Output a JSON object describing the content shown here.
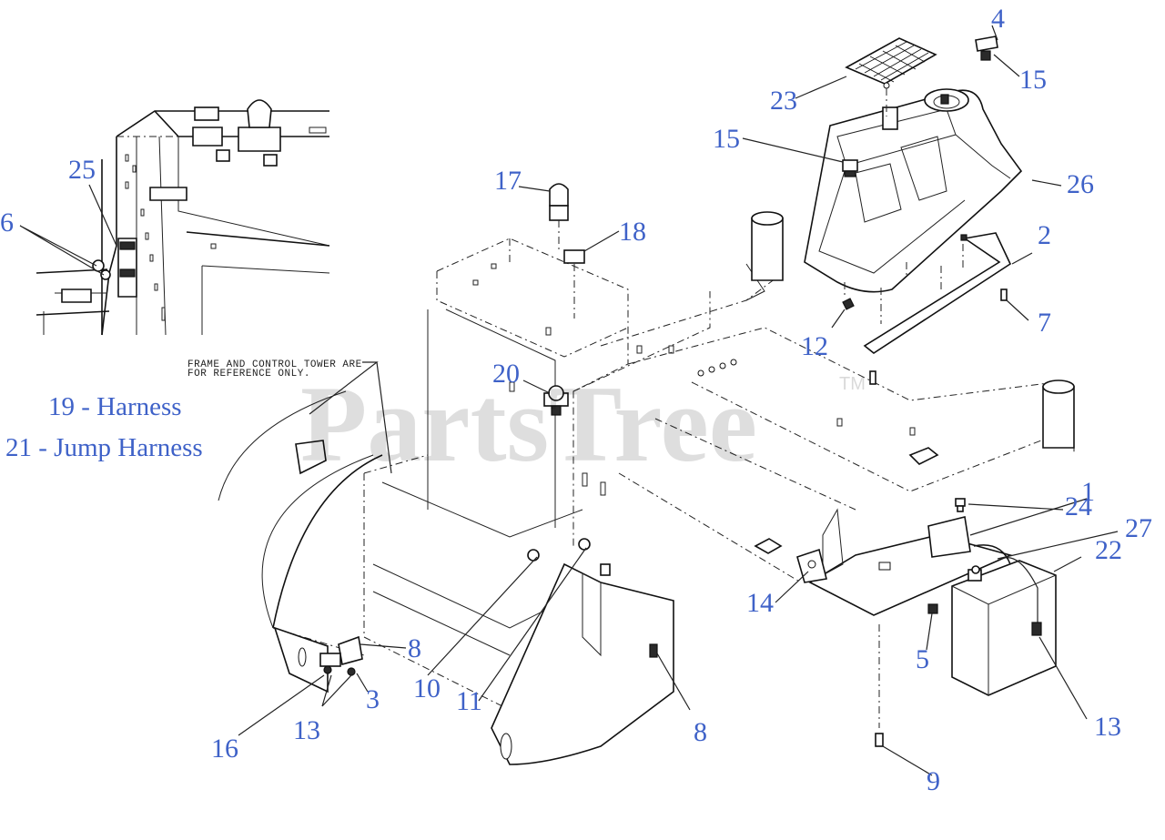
{
  "watermark": {
    "text": "PartsTree",
    "trademark": "TM"
  },
  "note": {
    "line1": "FRAME AND CONTROL TOWER ARE",
    "line2": "FOR REFERENCE ONLY."
  },
  "legend": {
    "line1": "19 - Harness",
    "line2": "21 - Jump Harness"
  },
  "callouts": {
    "c1": "1",
    "c2": "2",
    "c3": "3",
    "c4": "4",
    "c5": "5",
    "c6": "6",
    "c7": "7",
    "c8a": "8",
    "c8b": "8",
    "c9": "9",
    "c10": "10",
    "c11": "11",
    "c12": "12",
    "c13a": "13",
    "c13b": "13",
    "c14": "14",
    "c15a": "15",
    "c15b": "15",
    "c16": "16",
    "c17": "17",
    "c18": "18",
    "c20": "20",
    "c22": "22",
    "c23": "23",
    "c24": "24",
    "c25": "25",
    "c26": "26",
    "c27": "27"
  },
  "colors": {
    "callout": "#3f62c8",
    "linework": "#111111",
    "background": "#ffffff"
  }
}
